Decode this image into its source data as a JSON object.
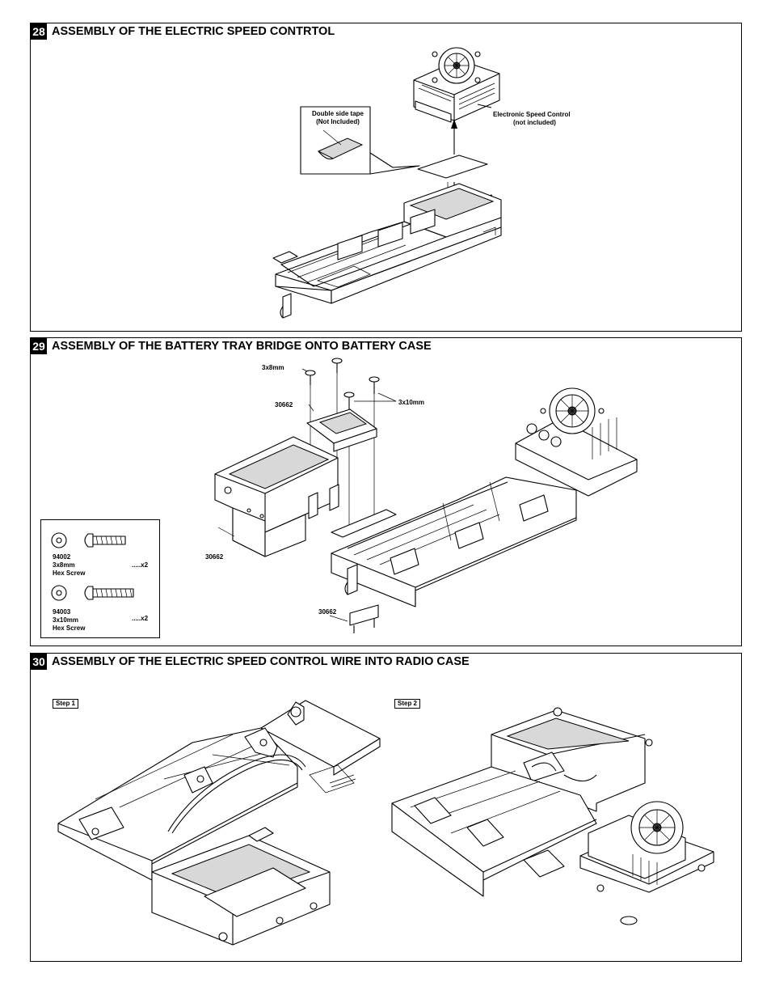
{
  "steps": [
    {
      "number": "28",
      "title": "ASSEMBLY OF THE ELECTRIC SPEED CONTRTOL",
      "labels": {
        "tape_line1": "Double side tape",
        "tape_line2": "(Not Included)",
        "esc_line1": "Electronic Speed Control",
        "esc_line2": "(not included)"
      }
    },
    {
      "number": "29",
      "title": "ASSEMBLY OF THE BATTERY TRAY BRIDGE ONTO BATTERY CASE",
      "labels": {
        "screw_3x8": "3x8mm",
        "screw_3x10": "3x10mm",
        "part_a": "30662",
        "part_b": "30662",
        "part_c": "30662"
      },
      "legend": [
        {
          "part_no": "94002",
          "size": "3x8mm",
          "name": "Hex Screw",
          "qty": ".....x2"
        },
        {
          "part_no": "94003",
          "size": "3x10mm",
          "name": "Hex Screw",
          "qty": ".....x2"
        }
      ]
    },
    {
      "number": "30",
      "title": "ASSEMBLY OF THE ELECTRIC SPEED CONTROL WIRE INTO RADIO CASE",
      "substeps": [
        "Step 1",
        "Step 2"
      ]
    }
  ]
}
